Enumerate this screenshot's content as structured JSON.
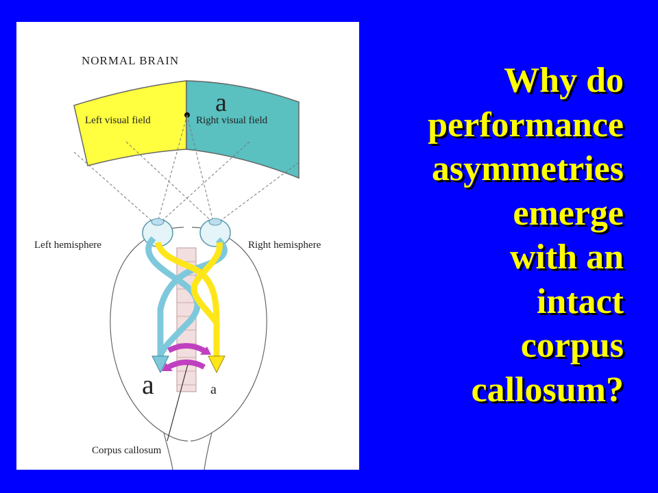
{
  "slide": {
    "background_color": "#0000ff",
    "question_color": "#ffff00",
    "question_lines": [
      "Why do",
      "performance",
      "asymmetries",
      "emerge",
      "with an",
      "intact",
      "corpus",
      "callosum?"
    ]
  },
  "figure": {
    "title": "NORMAL BRAIN",
    "stimulus_letter": "a",
    "left_field_label": "Left visual field",
    "right_field_label": "Right visual field",
    "left_hemisphere_label": "Left  hemisphere",
    "right_hemisphere_label": "Right hemisphere",
    "left_output_letter": "a",
    "right_output_letter": "a",
    "callosum_label": "Corpus callosum",
    "colors": {
      "left_field": "#ffff40",
      "right_field": "#5ac0c0",
      "left_path": "#ffe61a",
      "right_path": "#7ec8dc",
      "callosum_arrows": "#c040c0"
    }
  }
}
